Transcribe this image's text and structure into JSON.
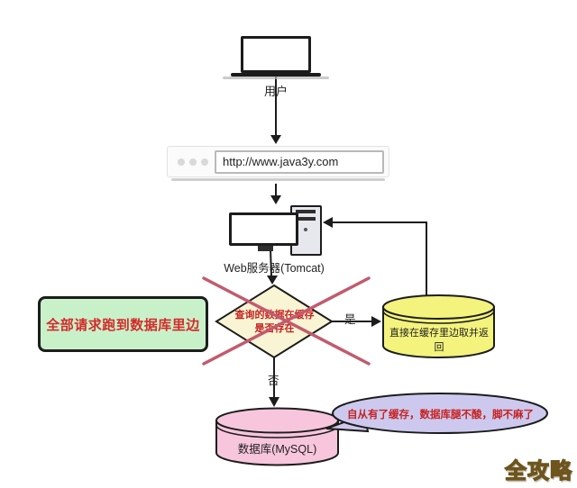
{
  "diagram": {
    "user": {
      "label": "用户"
    },
    "browser": {
      "url": "http://www.java3y.com"
    },
    "web_server": {
      "label": "Web服务器(Tomcat)"
    },
    "decision": {
      "line1": "查询的数据在缓存",
      "line2": "是否存在"
    },
    "yes_label": "是",
    "no_label": "否",
    "cache_db": {
      "label": "直接在缓存里边取并返回"
    },
    "mysql_db": {
      "label": "数据库(MySQL)"
    },
    "note_box": {
      "text": "全部请求跑到数据库里边"
    },
    "speech_bubble": {
      "text": "自从有了缓存，数据库腿不酸，脚不麻了"
    },
    "watermark": "全攻略",
    "colors": {
      "decision_fill": "#f9f5d4",
      "cache_cylinder_fill": "#f3f37d",
      "mysql_cylinder_fill": "#f7c6dc",
      "note_box_fill": "#c9f1c9",
      "speech_bubble_fill": "#cdc9ee",
      "cross_out_red": "#c25b6d",
      "diagram_text_red": "#c42222",
      "watermark_gold": "#f2b13e",
      "line_black": "#1c1c1c"
    }
  }
}
